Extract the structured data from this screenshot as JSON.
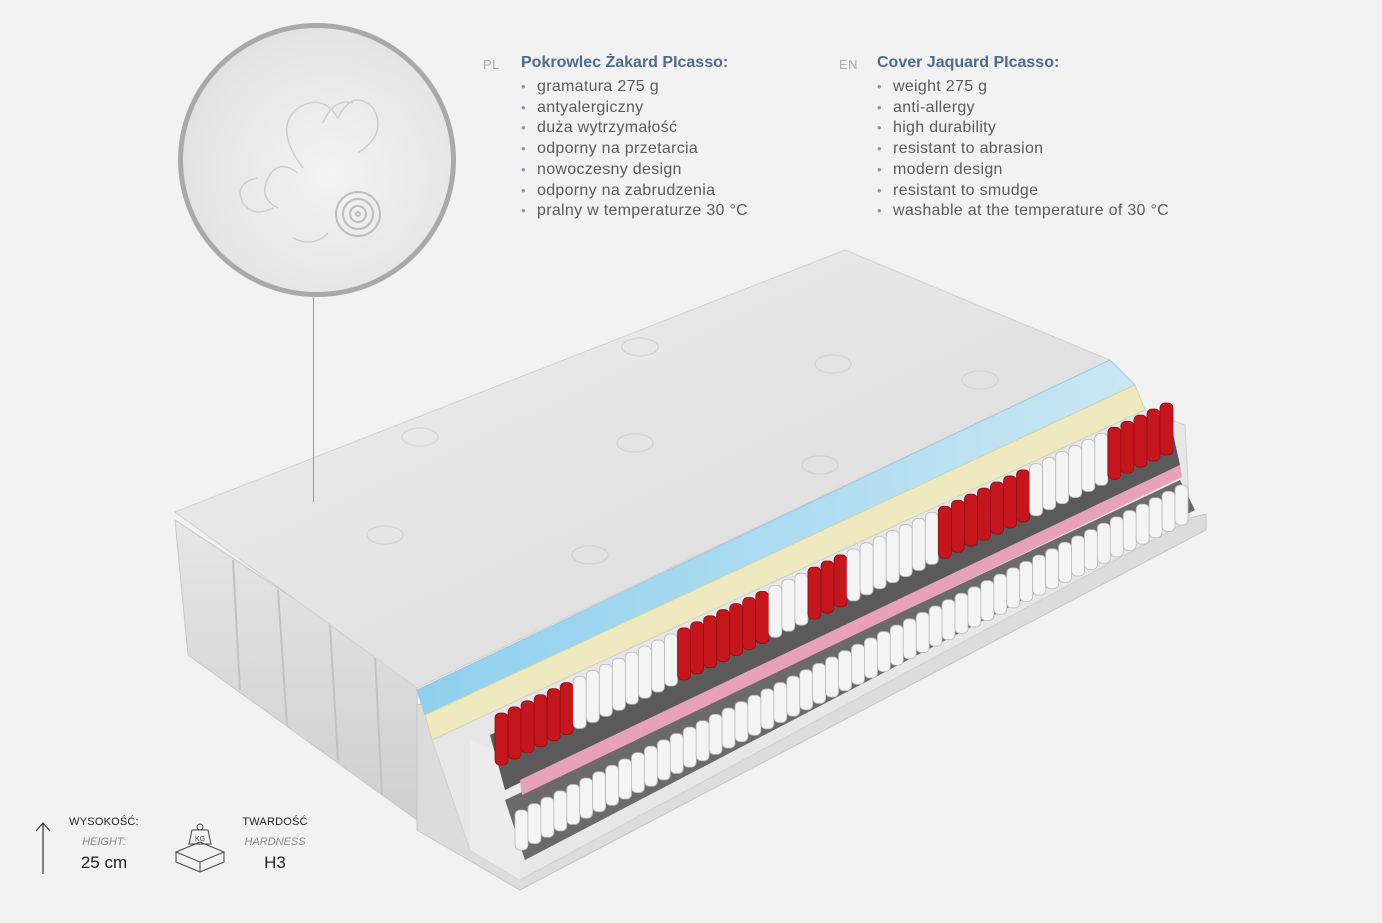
{
  "pl": {
    "lang": "PL",
    "title": "Pokrowlec Żakard PIcasso:",
    "items": [
      "gramatura 275 g",
      "antyalergiczny",
      "duża wytrzymałość",
      "odporny na przetarcia",
      "nowoczesny design",
      "odporny na zabrudzenia",
      "pralny w temperaturze 30 °C"
    ]
  },
  "en": {
    "lang": "EN",
    "title": "Cover Jaquard PIcasso:",
    "items": [
      "weight 275 g",
      "anti-allergy",
      "high durability",
      "resistant to abrasion",
      "modern design",
      "resistant to smudge",
      "washable at the temperature of 30 °C"
    ]
  },
  "bullet": "•",
  "height": {
    "label": "WYSOKOŚĆ:",
    "sublabel": "HEIGHT:",
    "value": "25 cm",
    "icon": "up-arrow-icon"
  },
  "hardness": {
    "label": "TWARDOŚĆ",
    "sublabel": "HARDNESS",
    "value": "H3",
    "icon": "weight-box-icon",
    "icon_text": "KG"
  },
  "colors": {
    "title": "#4b6b90",
    "text": "#5b5b5b",
    "pocket_spring_red": "#c4161c",
    "foam_blue": "#7cc4e8",
    "foam_yellow": "#efe9bf",
    "pink_layer": "#e7a1b8"
  }
}
